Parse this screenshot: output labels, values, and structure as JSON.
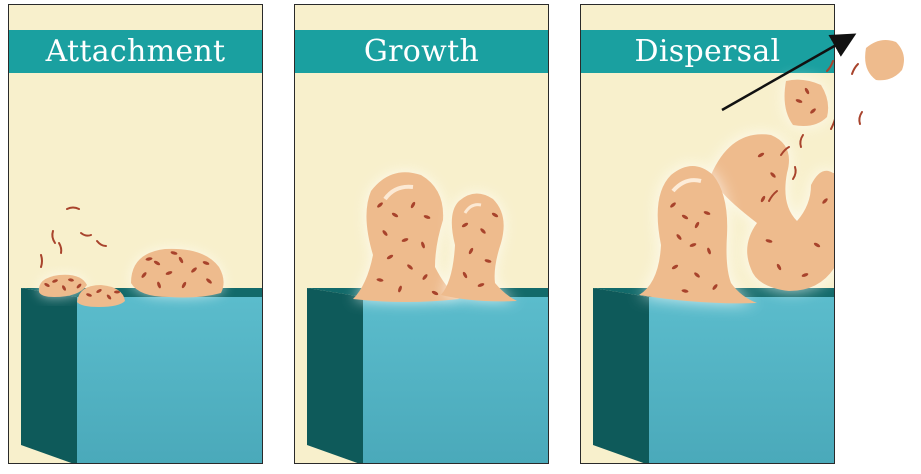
{
  "colors": {
    "background": "#f8f0cc",
    "banner": "#1aa0a0",
    "block_front": "#53b3c4",
    "block_top": "#126a6a",
    "block_side": "#0e5a5a",
    "biofilm": "#eebb8d",
    "bacteria": "#a8432c",
    "arrow": "#111111"
  },
  "panels": [
    {
      "title": "Attachment",
      "stage_icon": "biofilm-attachment-icon"
    },
    {
      "title": "Growth",
      "stage_icon": "biofilm-growth-icon"
    },
    {
      "title": "Dispersal",
      "stage_icon": "biofilm-dispersal-icon"
    }
  ]
}
